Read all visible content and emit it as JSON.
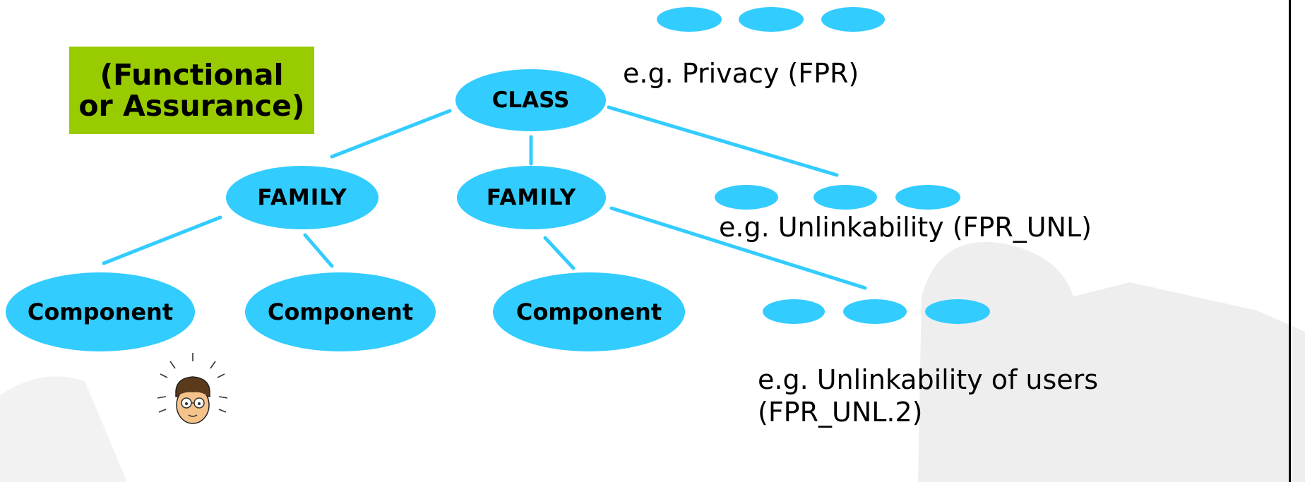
{
  "scheme": {
    "line1": "(Functional",
    "line2": "or Assurance)"
  },
  "nodes": {
    "class": "CLASS",
    "family_left": "FAMILY",
    "family_right": "FAMILY",
    "component_1": "Component",
    "component_2": "Component",
    "component_3": "Component"
  },
  "examples": {
    "class": "e.g. Privacy (FPR)",
    "family": "e.g. Unlinkability (FPR_UNL)",
    "component_line1": "e.g. Unlinkability of users",
    "component_line2": "(FPR_UNL.2)"
  },
  "colors": {
    "node": "#33ccff",
    "label_box": "#99cc00",
    "edge": "#33ccff"
  },
  "icons": [
    "idea-person-icon",
    "background-silhouette-icon"
  ]
}
